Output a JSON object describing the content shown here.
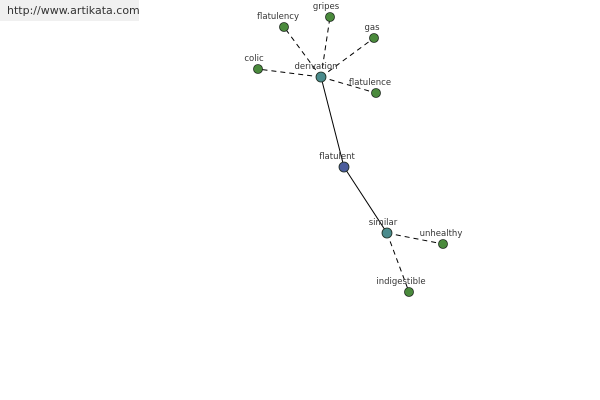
{
  "watermark": {
    "url": "http://www.artikata.com"
  },
  "graph": {
    "colors": {
      "center": "#4b5d9c",
      "category": "#4a8b8c",
      "leaf": "#4a8a3c",
      "edge": "#000000"
    },
    "nodes": [
      {
        "id": "flatulent",
        "label": "flatulent",
        "kind": "center"
      },
      {
        "id": "derivation",
        "label": "derivation",
        "kind": "category"
      },
      {
        "id": "similar",
        "label": "similar",
        "kind": "category"
      },
      {
        "id": "flatulency",
        "label": "flatulency",
        "kind": "leaf"
      },
      {
        "id": "gripes",
        "label": "gripes",
        "kind": "leaf"
      },
      {
        "id": "gas",
        "label": "gas",
        "kind": "leaf"
      },
      {
        "id": "colic",
        "label": "colic",
        "kind": "leaf"
      },
      {
        "id": "flatulence",
        "label": "flatulence",
        "kind": "leaf"
      },
      {
        "id": "unhealthy",
        "label": "unhealthy",
        "kind": "leaf"
      },
      {
        "id": "indigestible",
        "label": "indigestible",
        "kind": "leaf"
      }
    ],
    "edges": [
      {
        "from": "flatulent",
        "to": "derivation",
        "style": "solid"
      },
      {
        "from": "flatulent",
        "to": "similar",
        "style": "solid"
      },
      {
        "from": "derivation",
        "to": "flatulency",
        "style": "dashed"
      },
      {
        "from": "derivation",
        "to": "gripes",
        "style": "dashed"
      },
      {
        "from": "derivation",
        "to": "gas",
        "style": "dashed"
      },
      {
        "from": "derivation",
        "to": "colic",
        "style": "dashed"
      },
      {
        "from": "derivation",
        "to": "flatulence",
        "style": "dashed"
      },
      {
        "from": "similar",
        "to": "unhealthy",
        "style": "dashed"
      },
      {
        "from": "similar",
        "to": "indigestible",
        "style": "dashed"
      }
    ]
  }
}
